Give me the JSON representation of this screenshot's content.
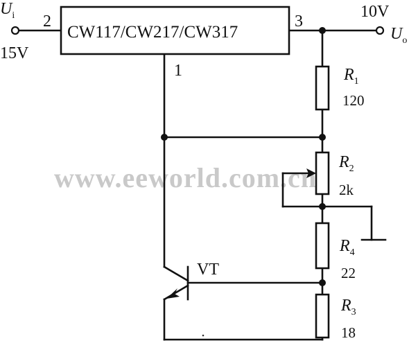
{
  "regulator": {
    "label": "CW117/CW217/CW317",
    "pin_in": "2",
    "pin_out": "3",
    "pin_adj": "1"
  },
  "input": {
    "symbol": "U",
    "subscript": "i",
    "voltage": "15V"
  },
  "output": {
    "symbol": "U",
    "subscript": "o",
    "voltage": "10V"
  },
  "resistors": [
    {
      "symbol": "R",
      "subscript": "1",
      "value": "120"
    },
    {
      "symbol": "R",
      "subscript": "2",
      "value": "2k"
    },
    {
      "symbol": "R",
      "subscript": "4",
      "value": "22"
    },
    {
      "symbol": "R",
      "subscript": "3",
      "value": "18"
    }
  ],
  "transistor": {
    "label": "VT"
  },
  "watermark": "www.eeworld.com.cn"
}
